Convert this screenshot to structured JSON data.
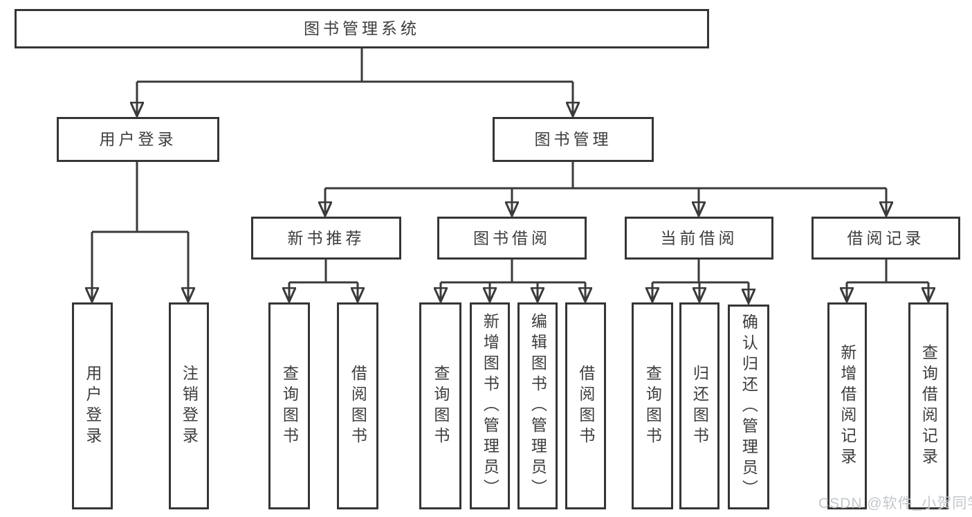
{
  "diagram": {
    "type": "hierarchy-flowchart",
    "title": "图书管理系统",
    "nodes": {
      "root": {
        "label": "图书管理系统"
      },
      "login": {
        "label": "用户登录"
      },
      "manage": {
        "label": "图书管理"
      },
      "recommend": {
        "label": "新书推荐"
      },
      "borrow": {
        "label": "图书借阅"
      },
      "current": {
        "label": "当前借阅"
      },
      "records": {
        "label": "借阅记录"
      },
      "login_user": {
        "label": "用户登录"
      },
      "login_logout": {
        "label": "注销登录"
      },
      "rec_query": {
        "label": "查询图书"
      },
      "rec_borrow": {
        "label": "借阅图书"
      },
      "bor_query": {
        "label": "查询图书"
      },
      "bor_add": {
        "label": "新增图书（管理员）"
      },
      "bor_edit": {
        "label": "编辑图书（管理员）"
      },
      "bor_lend": {
        "label": "借阅图书"
      },
      "cur_query": {
        "label": "查询图书"
      },
      "cur_return": {
        "label": "归还图书"
      },
      "cur_confirm": {
        "label": "确认归还（管理员）"
      },
      "hist_add": {
        "label": "新增借阅记录"
      },
      "hist_query": {
        "label": "查询借阅记录"
      }
    },
    "hierarchy": {
      "图书管理系统": {
        "用户登录": [
          "用户登录",
          "注销登录"
        ],
        "图书管理": {
          "新书推荐": [
            "查询图书",
            "借阅图书"
          ],
          "图书借阅": [
            "查询图书",
            "新增图书（管理员）",
            "编辑图书（管理员）",
            "借阅图书"
          ],
          "当前借阅": [
            "查询图书",
            "归还图书",
            "确认归还（管理员）"
          ],
          "借阅记录": [
            "新增借阅记录",
            "查询借阅记录"
          ]
        }
      }
    },
    "watermark": "CSDN @软件_小贺同学",
    "colors": {
      "line": "#3a3a3a",
      "box_border": "#353535",
      "text": "#3d3d3d",
      "box_background": "#ffffff",
      "page_background": "#ffffff",
      "watermark": "#c3c7cb"
    }
  }
}
